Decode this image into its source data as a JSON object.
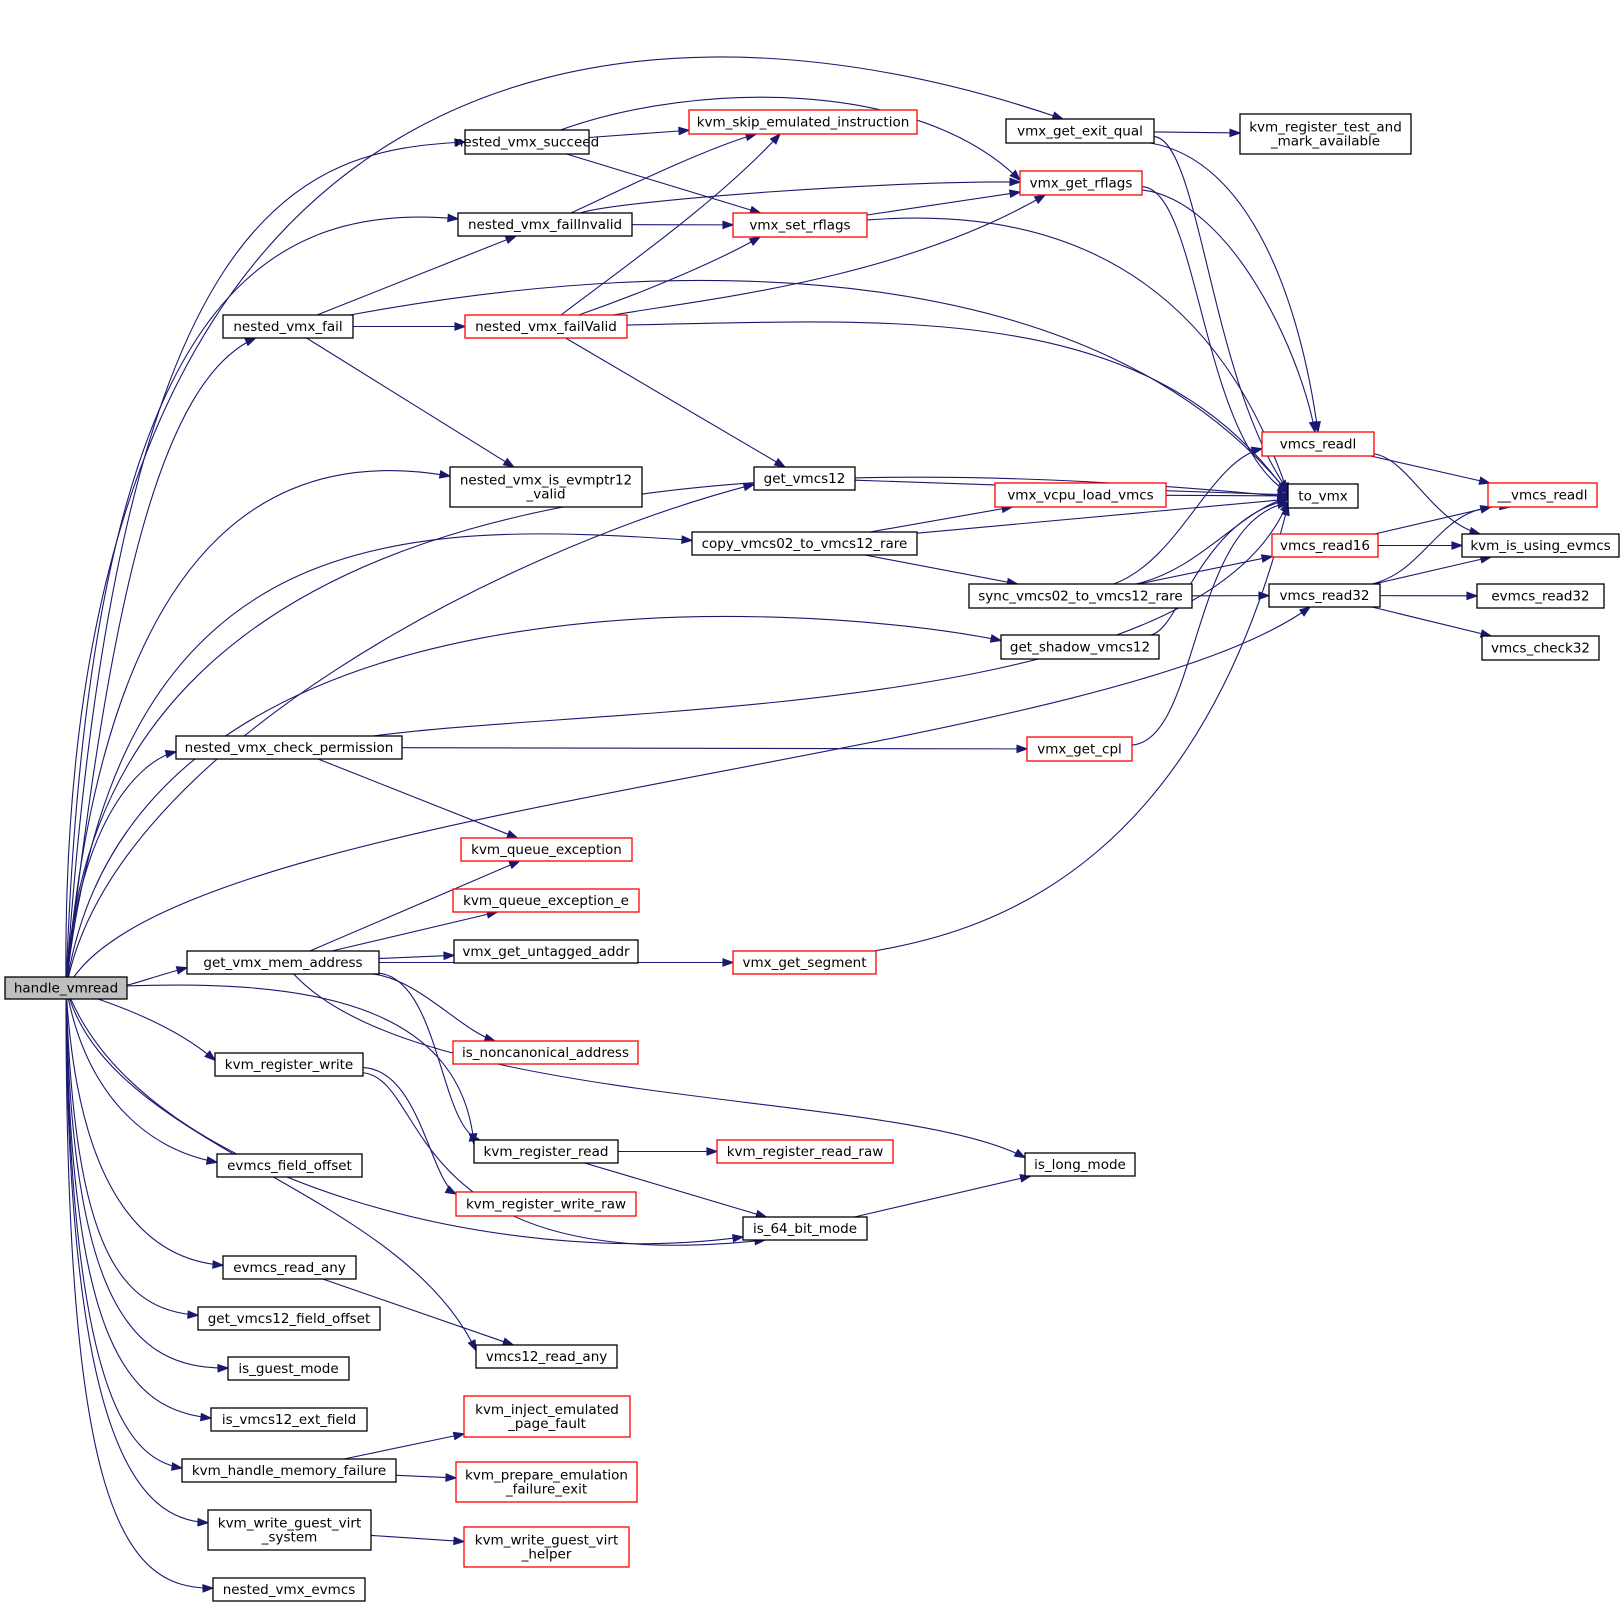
{
  "colors": {
    "edge": "#191970",
    "normal_border": "#000000",
    "truncated_border": "#ff0000",
    "root_fill": "#bfbfbf",
    "node_fill": "#ffffff"
  },
  "nodes": [
    {
      "id": "handle_vmread",
      "lines": [
        "handle_vmread"
      ],
      "style": "root"
    },
    {
      "id": "nested_vmx_succeed",
      "lines": [
        "nested_vmx_succeed"
      ],
      "style": "normal"
    },
    {
      "id": "nested_vmx_failInvalid",
      "lines": [
        "nested_vmx_failInvalid"
      ],
      "style": "normal"
    },
    {
      "id": "nested_vmx_fail",
      "lines": [
        "nested_vmx_fail"
      ],
      "style": "normal"
    },
    {
      "id": "nested_vmx_is_evmptr12_valid",
      "lines": [
        "nested_vmx_is_evmptr12",
        "_valid"
      ],
      "style": "normal"
    },
    {
      "id": "nested_vmx_check_permission",
      "lines": [
        "nested_vmx_check_permission"
      ],
      "style": "normal"
    },
    {
      "id": "get_vmx_mem_address",
      "lines": [
        "get_vmx_mem_address"
      ],
      "style": "normal"
    },
    {
      "id": "kvm_register_write",
      "lines": [
        "kvm_register_write"
      ],
      "style": "normal"
    },
    {
      "id": "evmcs_field_offset",
      "lines": [
        "evmcs_field_offset"
      ],
      "style": "normal"
    },
    {
      "id": "evmcs_read_any",
      "lines": [
        "evmcs_read_any"
      ],
      "style": "normal"
    },
    {
      "id": "get_vmcs12_field_offset",
      "lines": [
        "get_vmcs12_field_offset"
      ],
      "style": "normal"
    },
    {
      "id": "is_guest_mode",
      "lines": [
        "is_guest_mode"
      ],
      "style": "normal"
    },
    {
      "id": "is_vmcs12_ext_field",
      "lines": [
        "is_vmcs12_ext_field"
      ],
      "style": "normal"
    },
    {
      "id": "kvm_handle_memory_failure",
      "lines": [
        "kvm_handle_memory_failure"
      ],
      "style": "normal"
    },
    {
      "id": "kvm_write_guest_virt_system",
      "lines": [
        "kvm_write_guest_virt",
        "_system"
      ],
      "style": "normal"
    },
    {
      "id": "nested_vmx_evmcs",
      "lines": [
        "nested_vmx_evmcs"
      ],
      "style": "normal"
    },
    {
      "id": "kvm_skip_emulated_instruction",
      "lines": [
        "kvm_skip_emulated_instruction"
      ],
      "style": "truncated"
    },
    {
      "id": "vmx_set_rflags",
      "lines": [
        "vmx_set_rflags"
      ],
      "style": "truncated"
    },
    {
      "id": "nested_vmx_failValid",
      "lines": [
        "nested_vmx_failValid"
      ],
      "style": "truncated"
    },
    {
      "id": "get_vmcs12",
      "lines": [
        "get_vmcs12"
      ],
      "style": "normal"
    },
    {
      "id": "copy_vmcs02_to_vmcs12_rare",
      "lines": [
        "copy_vmcs02_to_vmcs12_rare"
      ],
      "style": "normal"
    },
    {
      "id": "kvm_queue_exception",
      "lines": [
        "kvm_queue_exception"
      ],
      "style": "truncated"
    },
    {
      "id": "kvm_queue_exception_e",
      "lines": [
        "kvm_queue_exception_e"
      ],
      "style": "truncated"
    },
    {
      "id": "vmx_get_untagged_addr",
      "lines": [
        "vmx_get_untagged_addr"
      ],
      "style": "normal"
    },
    {
      "id": "vmx_get_segment",
      "lines": [
        "vmx_get_segment"
      ],
      "style": "truncated"
    },
    {
      "id": "is_noncanonical_address",
      "lines": [
        "is_noncanonical_address"
      ],
      "style": "truncated"
    },
    {
      "id": "kvm_register_read",
      "lines": [
        "kvm_register_read"
      ],
      "style": "normal"
    },
    {
      "id": "kvm_register_write_raw",
      "lines": [
        "kvm_register_write_raw"
      ],
      "style": "truncated"
    },
    {
      "id": "kvm_register_read_raw",
      "lines": [
        "kvm_register_read_raw"
      ],
      "style": "truncated"
    },
    {
      "id": "is_64_bit_mode",
      "lines": [
        "is_64_bit_mode"
      ],
      "style": "normal"
    },
    {
      "id": "vmcs12_read_any",
      "lines": [
        "vmcs12_read_any"
      ],
      "style": "normal"
    },
    {
      "id": "kvm_inject_emulated_page_fault",
      "lines": [
        "kvm_inject_emulated",
        "_page_fault"
      ],
      "style": "truncated"
    },
    {
      "id": "kvm_prepare_emulation_failure_exit",
      "lines": [
        "kvm_prepare_emulation",
        "_failure_exit"
      ],
      "style": "truncated"
    },
    {
      "id": "kvm_write_guest_virt_helper",
      "lines": [
        "kvm_write_guest_virt",
        "_helper"
      ],
      "style": "truncated"
    },
    {
      "id": "vmx_get_exit_qual",
      "lines": [
        "vmx_get_exit_qual"
      ],
      "style": "normal"
    },
    {
      "id": "vmx_get_rflags",
      "lines": [
        "vmx_get_rflags"
      ],
      "style": "truncated"
    },
    {
      "id": "vmx_vcpu_load_vmcs",
      "lines": [
        "vmx_vcpu_load_vmcs"
      ],
      "style": "truncated"
    },
    {
      "id": "sync_vmcs02_to_vmcs12_rare",
      "lines": [
        "sync_vmcs02_to_vmcs12_rare"
      ],
      "style": "normal"
    },
    {
      "id": "get_shadow_vmcs12",
      "lines": [
        "get_shadow_vmcs12"
      ],
      "style": "normal"
    },
    {
      "id": "vmx_get_cpl",
      "lines": [
        "vmx_get_cpl"
      ],
      "style": "truncated"
    },
    {
      "id": "is_long_mode",
      "lines": [
        "is_long_mode"
      ],
      "style": "normal"
    },
    {
      "id": "kvm_register_test_and_mark_available",
      "lines": [
        "kvm_register_test_and",
        "_mark_available"
      ],
      "style": "normal"
    },
    {
      "id": "vmcs_readl",
      "lines": [
        "vmcs_readl"
      ],
      "style": "truncated"
    },
    {
      "id": "to_vmx",
      "lines": [
        "to_vmx"
      ],
      "style": "normal"
    },
    {
      "id": "vmcs_read16",
      "lines": [
        "vmcs_read16"
      ],
      "style": "truncated"
    },
    {
      "id": "vmcs_read32",
      "lines": [
        "vmcs_read32"
      ],
      "style": "normal"
    },
    {
      "id": "__vmcs_readl",
      "lines": [
        "__vmcs_readl"
      ],
      "style": "truncated"
    },
    {
      "id": "kvm_is_using_evmcs",
      "lines": [
        "kvm_is_using_evmcs"
      ],
      "style": "normal"
    },
    {
      "id": "evmcs_read32",
      "lines": [
        "evmcs_read32"
      ],
      "style": "normal"
    },
    {
      "id": "vmcs_check32",
      "lines": [
        "vmcs_check32"
      ],
      "style": "normal"
    }
  ],
  "edges": [
    [
      "handle_vmread",
      "vmx_get_exit_qual"
    ],
    [
      "handle_vmread",
      "nested_vmx_succeed"
    ],
    [
      "handle_vmread",
      "nested_vmx_failInvalid"
    ],
    [
      "handle_vmread",
      "nested_vmx_fail"
    ],
    [
      "handle_vmread",
      "to_vmx"
    ],
    [
      "handle_vmread",
      "nested_vmx_is_evmptr12_valid"
    ],
    [
      "handle_vmread",
      "copy_vmcs02_to_vmcs12_rare"
    ],
    [
      "handle_vmread",
      "get_vmcs12"
    ],
    [
      "handle_vmread",
      "get_shadow_vmcs12"
    ],
    [
      "handle_vmread",
      "nested_vmx_check_permission"
    ],
    [
      "handle_vmread",
      "vmcs_read32"
    ],
    [
      "handle_vmread",
      "get_vmx_mem_address"
    ],
    [
      "handle_vmread",
      "kvm_register_read"
    ],
    [
      "handle_vmread",
      "kvm_register_write"
    ],
    [
      "handle_vmread",
      "is_64_bit_mode"
    ],
    [
      "handle_vmread",
      "evmcs_field_offset"
    ],
    [
      "handle_vmread",
      "vmcs12_read_any"
    ],
    [
      "handle_vmread",
      "evmcs_read_any"
    ],
    [
      "handle_vmread",
      "get_vmcs12_field_offset"
    ],
    [
      "handle_vmread",
      "is_guest_mode"
    ],
    [
      "handle_vmread",
      "is_vmcs12_ext_field"
    ],
    [
      "handle_vmread",
      "kvm_handle_memory_failure"
    ],
    [
      "handle_vmread",
      "kvm_write_guest_virt_system"
    ],
    [
      "handle_vmread",
      "nested_vmx_evmcs"
    ],
    [
      "nested_vmx_succeed",
      "kvm_skip_emulated_instruction"
    ],
    [
      "nested_vmx_succeed",
      "vmx_get_rflags"
    ],
    [
      "nested_vmx_succeed",
      "vmx_set_rflags"
    ],
    [
      "nested_vmx_failInvalid",
      "kvm_skip_emulated_instruction"
    ],
    [
      "nested_vmx_failInvalid",
      "vmx_get_rflags"
    ],
    [
      "nested_vmx_failInvalid",
      "vmx_set_rflags"
    ],
    [
      "nested_vmx_fail",
      "nested_vmx_failInvalid"
    ],
    [
      "nested_vmx_fail",
      "nested_vmx_failValid"
    ],
    [
      "nested_vmx_fail",
      "to_vmx"
    ],
    [
      "nested_vmx_fail",
      "nested_vmx_is_evmptr12_valid"
    ],
    [
      "nested_vmx_failValid",
      "kvm_skip_emulated_instruction"
    ],
    [
      "nested_vmx_failValid",
      "vmx_set_rflags"
    ],
    [
      "nested_vmx_failValid",
      "vmx_get_rflags"
    ],
    [
      "nested_vmx_failValid",
      "to_vmx"
    ],
    [
      "nested_vmx_failValid",
      "get_vmcs12"
    ],
    [
      "vmx_set_rflags",
      "vmx_get_rflags"
    ],
    [
      "vmx_set_rflags",
      "to_vmx"
    ],
    [
      "get_vmcs12",
      "to_vmx"
    ],
    [
      "copy_vmcs02_to_vmcs12_rare",
      "vmx_vcpu_load_vmcs"
    ],
    [
      "copy_vmcs02_to_vmcs12_rare",
      "to_vmx"
    ],
    [
      "copy_vmcs02_to_vmcs12_rare",
      "sync_vmcs02_to_vmcs12_rare"
    ],
    [
      "vmx_vcpu_load_vmcs",
      "to_vmx"
    ],
    [
      "sync_vmcs02_to_vmcs12_rare",
      "vmcs_readl"
    ],
    [
      "sync_vmcs02_to_vmcs12_rare",
      "to_vmx"
    ],
    [
      "sync_vmcs02_to_vmcs12_rare",
      "vmcs_read16"
    ],
    [
      "sync_vmcs02_to_vmcs12_rare",
      "vmcs_read32"
    ],
    [
      "get_shadow_vmcs12",
      "to_vmx"
    ],
    [
      "nested_vmx_check_permission",
      "to_vmx"
    ],
    [
      "nested_vmx_check_permission",
      "vmx_get_cpl"
    ],
    [
      "nested_vmx_check_permission",
      "kvm_queue_exception"
    ],
    [
      "vmx_get_cpl",
      "to_vmx"
    ],
    [
      "get_vmx_mem_address",
      "kvm_queue_exception"
    ],
    [
      "get_vmx_mem_address",
      "kvm_queue_exception_e"
    ],
    [
      "get_vmx_mem_address",
      "vmx_get_untagged_addr"
    ],
    [
      "get_vmx_mem_address",
      "vmx_get_segment"
    ],
    [
      "get_vmx_mem_address",
      "is_noncanonical_address"
    ],
    [
      "get_vmx_mem_address",
      "is_long_mode"
    ],
    [
      "get_vmx_mem_address",
      "kvm_register_read"
    ],
    [
      "vmx_get_segment",
      "to_vmx"
    ],
    [
      "kvm_register_write",
      "kvm_register_write_raw"
    ],
    [
      "kvm_register_write",
      "is_64_bit_mode"
    ],
    [
      "kvm_register_read",
      "kvm_register_read_raw"
    ],
    [
      "kvm_register_read",
      "is_64_bit_mode"
    ],
    [
      "is_64_bit_mode",
      "is_long_mode"
    ],
    [
      "evmcs_read_any",
      "vmcs12_read_any"
    ],
    [
      "kvm_handle_memory_failure",
      "kvm_inject_emulated_page_fault"
    ],
    [
      "kvm_handle_memory_failure",
      "kvm_prepare_emulation_failure_exit"
    ],
    [
      "kvm_write_guest_virt_system",
      "kvm_write_guest_virt_helper"
    ],
    [
      "vmx_get_exit_qual",
      "kvm_register_test_and_mark_available"
    ],
    [
      "vmx_get_exit_qual",
      "vmcs_readl"
    ],
    [
      "vmx_get_exit_qual",
      "to_vmx"
    ],
    [
      "vmx_get_rflags",
      "vmcs_readl"
    ],
    [
      "vmx_get_rflags",
      "to_vmx"
    ],
    [
      "vmcs_readl",
      "__vmcs_readl"
    ],
    [
      "vmcs_readl",
      "kvm_is_using_evmcs"
    ],
    [
      "vmcs_read16",
      "__vmcs_readl"
    ],
    [
      "vmcs_read16",
      "kvm_is_using_evmcs"
    ],
    [
      "vmcs_read32",
      "__vmcs_readl"
    ],
    [
      "vmcs_read32",
      "kvm_is_using_evmcs"
    ],
    [
      "vmcs_read32",
      "evmcs_read32"
    ],
    [
      "vmcs_read32",
      "vmcs_check32"
    ]
  ]
}
